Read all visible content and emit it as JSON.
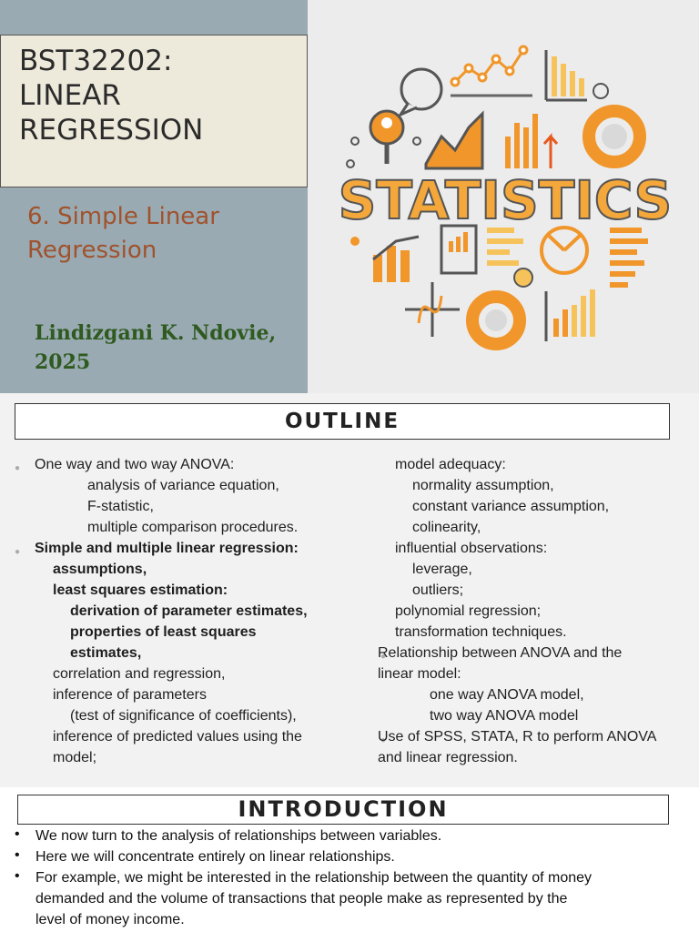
{
  "slide1": {
    "title_lines": [
      "BST32202:",
      "LINEAR",
      "REGRESSION"
    ],
    "subtitle_lines": [
      "6. Simple Linear",
      "Regression"
    ],
    "author_lines": [
      "Lindizgani K. Ndovie,",
      "2025"
    ],
    "illustration_word": "STATISTICS",
    "colors": {
      "panel": "#99aab2",
      "title_box": "#eeeadb",
      "subtitle": "#a0522d",
      "author": "#2f5a20",
      "art_orange": "#f0962a"
    }
  },
  "outline": {
    "heading": "OUTLINE",
    "left": [
      "One way and two way ANOVA:",
      "analysis of variance equation,",
      "F-statistic,",
      "multiple comparison procedures.",
      "Simple and multiple linear regression:",
      "assumptions,",
      "least squares estimation:",
      "derivation of parameter estimates,",
      "properties of least squares",
      "estimates,",
      "correlation and regression,",
      "inference of parameters",
      "(test of significance of coefficients),",
      "inference of predicted values using the",
      "model;"
    ],
    "right": [
      "model adequacy:",
      "normality assumption,",
      "constant variance assumption,",
      "colinearity,",
      "influential observations:",
      "leverage,",
      "outliers;",
      "polynomial regression;",
      "transformation techniques.",
      "Relationship between ANOVA and the",
      "linear model:",
      "one way ANOVA model,",
      "two way ANOVA model",
      "Use of SPSS, STATA, R to perform ANOVA",
      "and linear regression."
    ]
  },
  "intro": {
    "heading": "INTRODUCTION",
    "bullets": [
      "We now turn to the analysis of relationships between variables.",
      "Here we will concentrate entirely on linear relationships.",
      "For example, we might be interested in the relationship between the quantity of money",
      "demanded and the volume of transactions that people make as represented by the",
      "level of money income."
    ]
  }
}
